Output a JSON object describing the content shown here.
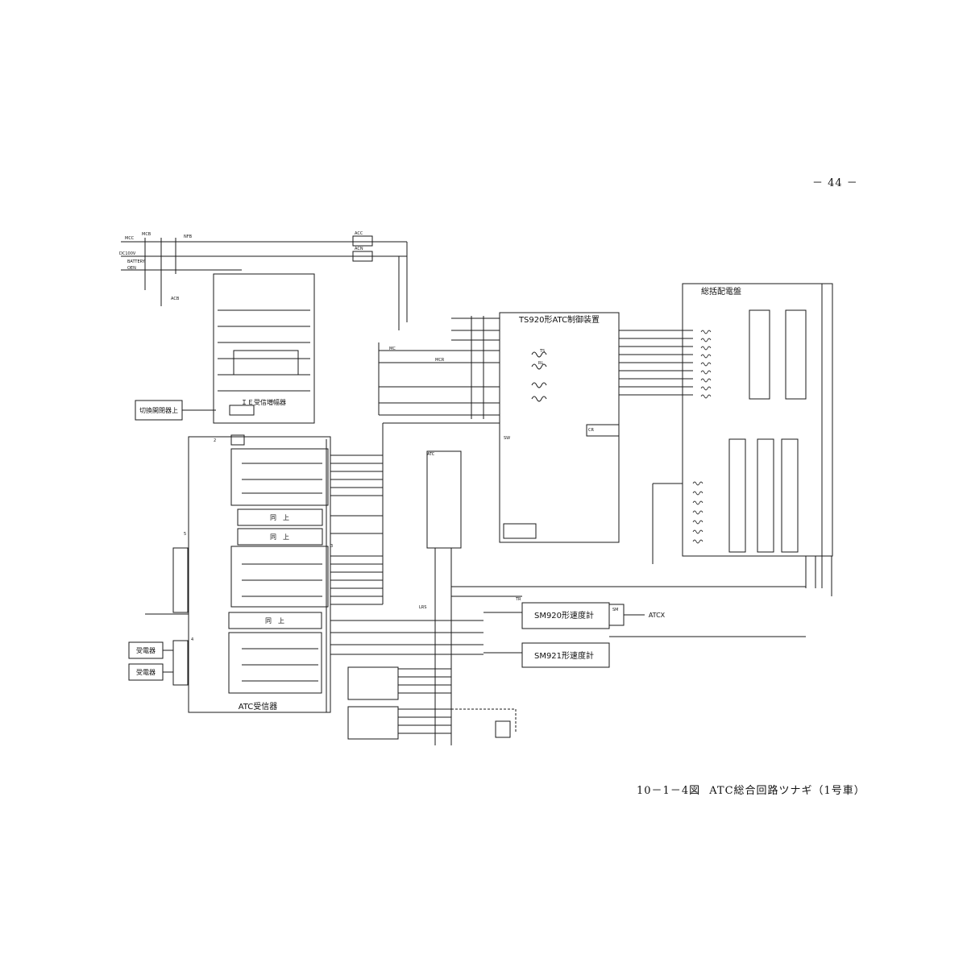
{
  "page": {
    "number": "－ 44 －"
  },
  "caption": {
    "figure_no": "10－1－4図",
    "title": "ATC総合回路ツナギ（1号車）"
  },
  "blocks": {
    "control_unit": "TS920形ATC制御装置",
    "distribution_panel": "総括配電盤",
    "receiver": "ATC受信器",
    "amplifier": "ＩＥ受信増幅器",
    "speedometer_1": "SM920形速度計",
    "speedometer_2": "SM921形速度計",
    "same_1": "同　上",
    "same_2": "同　上",
    "same_3": "同　上",
    "pickup_1": "受電器",
    "pickup_2": "受電器",
    "switch_unit": "切換開閉器上",
    "atc_x": "ATCX"
  },
  "small_labels": [
    "MCC",
    "ACC",
    "MCB",
    "OEN",
    "ACN",
    "BATTERY",
    "DC100V",
    "ACB",
    "MC",
    "MCR",
    "TS",
    "NFB",
    "SW",
    "RL",
    "CR",
    "LRS",
    "ATC",
    "TR",
    "SM",
    "2",
    "3",
    "4",
    "5"
  ]
}
